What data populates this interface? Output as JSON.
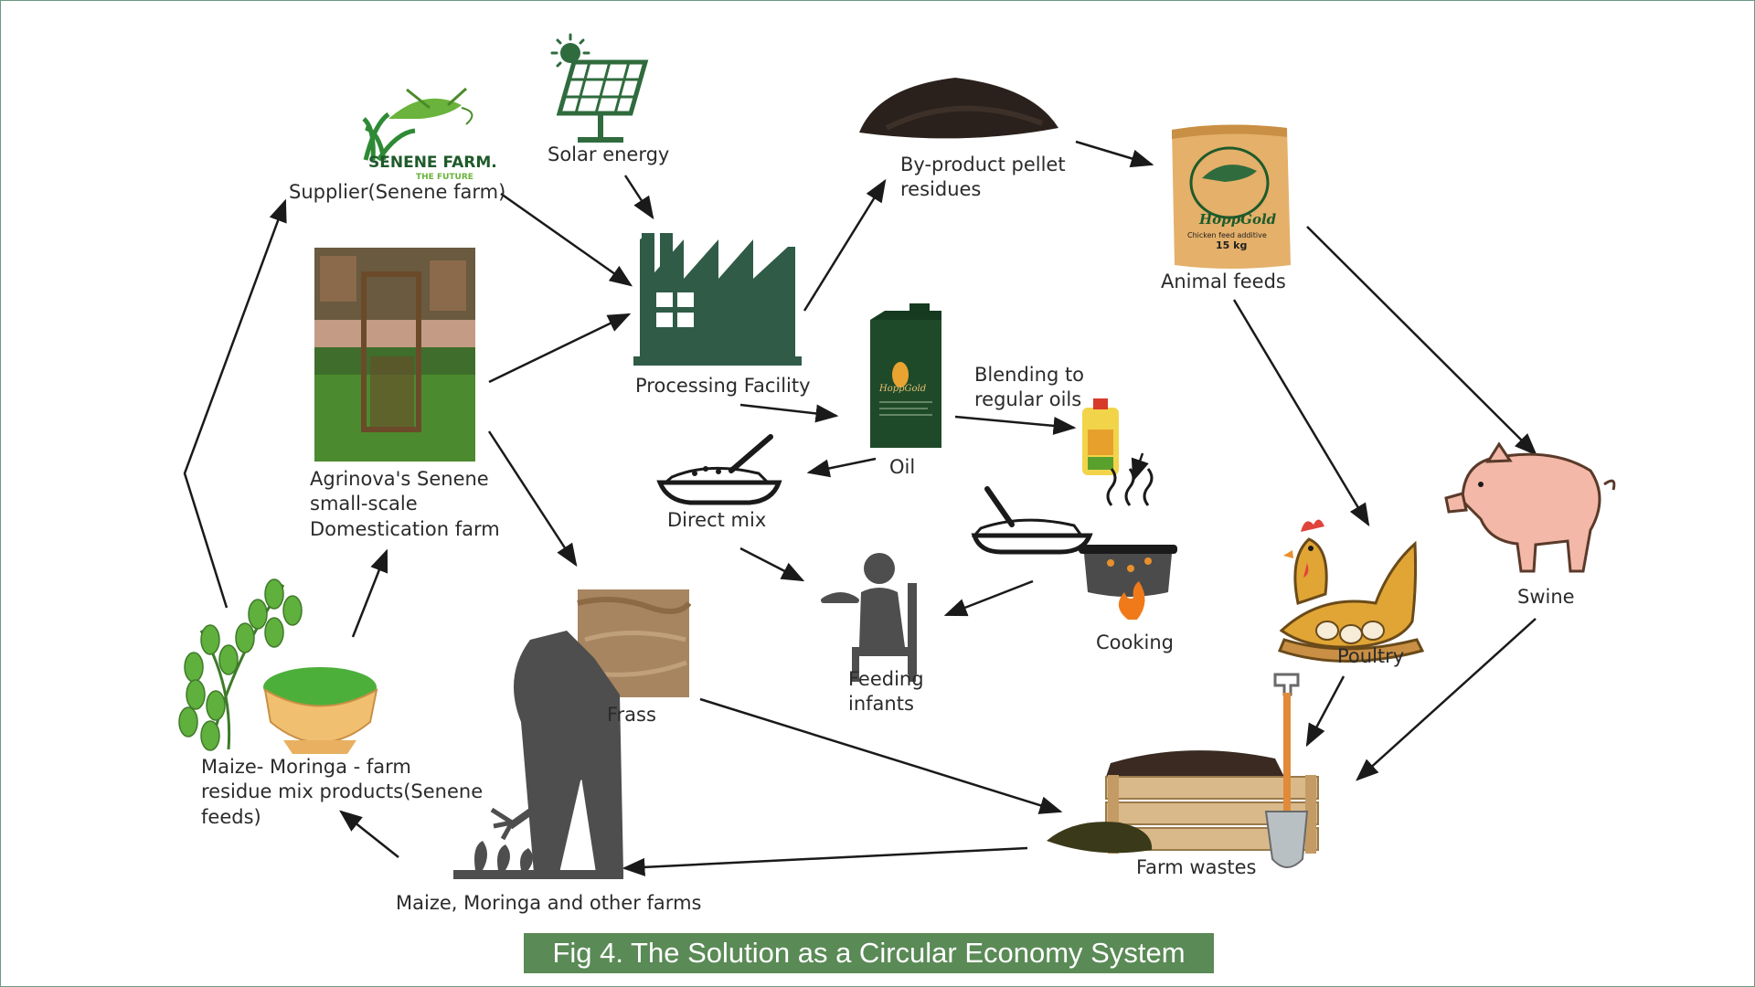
{
  "caption": "Fig 4. The Solution as a Circular Economy System",
  "logo": {
    "brand": "SENENE FARM.",
    "tagline": "THE FUTURE"
  },
  "bag": {
    "brand": "HoppGold",
    "line": "Chicken feed additive",
    "weight": "15 kg"
  },
  "bottle": {
    "brand": "HoppGold"
  },
  "nodes": {
    "supplier": "Supplier(Senene farm)",
    "solar": "Solar energy",
    "processing": "Processing Facility",
    "byproduct": [
      "By-product pellet",
      "residues"
    ],
    "animal_feeds": "Animal feeds",
    "oil": "Oil",
    "blending": [
      "Blending to",
      "regular oils"
    ],
    "direct_mix": "Direct mix",
    "cooking": "Cooking",
    "feeding": [
      "Feeding",
      "infants"
    ],
    "frass": "Frass",
    "domestication": [
      "Agrinova's Senene",
      "small-scale",
      "Domestication farm"
    ],
    "moringa": [
      "Maize- Moringa - farm",
      "residue mix products(Senene",
      "feeds)"
    ],
    "farms": "Maize, Moringa and other farms",
    "farm_wastes": "Farm wastes",
    "poultry": "Poultry",
    "swine": "Swine"
  },
  "colors": {
    "factory": "#2f5b47",
    "caption_bg": "#5a8a56",
    "arrow": "#1a1a1a",
    "hen": "#e0a535",
    "pig": "#f3b8a8",
    "leaf": "#5fb03c",
    "crate": "#d9b98a"
  }
}
